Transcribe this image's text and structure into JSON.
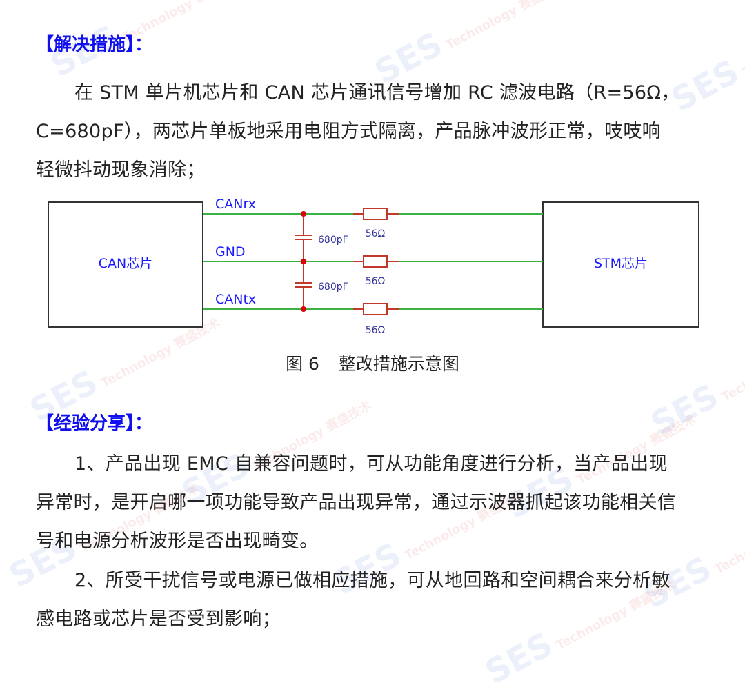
{
  "section1": {
    "heading": "【解决措施】：",
    "lines": [
      "在 STM 单片机芯片和 CAN 芯片通讯信号增加 RC 滤波电路（R=56Ω，",
      "C=680pF），两芯片单板地采用电阻方式隔离，产品脉冲波形正常，吱吱响",
      "轻微抖动现象消除；"
    ]
  },
  "diagram": {
    "left_chip": "CAN芯片",
    "right_chip": "STM芯片",
    "nets": [
      "CANrx",
      "GND",
      "CANtx"
    ],
    "capacitors": [
      "680pF",
      "680pF"
    ],
    "resistors": [
      "56Ω",
      "56Ω",
      "56Ω"
    ],
    "colors": {
      "wire": "#3cb043",
      "component": "#c0392b",
      "label": "#1a1aff",
      "value": "#333399"
    }
  },
  "caption": {
    "figure": "图 6",
    "title": "整改措施示意图"
  },
  "section2": {
    "heading": "【经验分享】：",
    "lines": [
      "1、产品出现 EMC 自兼容问题时，可从功能角度进行分析，当产品出现",
      "异常时，是开启哪一项功能导致产品出现异常，通过示波器抓起该功能相关信",
      "号和电源分析波形是否出现畸变。",
      "2、所受干扰信号或电源已做相应措施，可从地回路和空间耦合来分析敏",
      "感电路或芯片是否受到影响；"
    ]
  },
  "watermark": {
    "brand": "SES",
    "sub": "Technology 赛盛技术"
  }
}
